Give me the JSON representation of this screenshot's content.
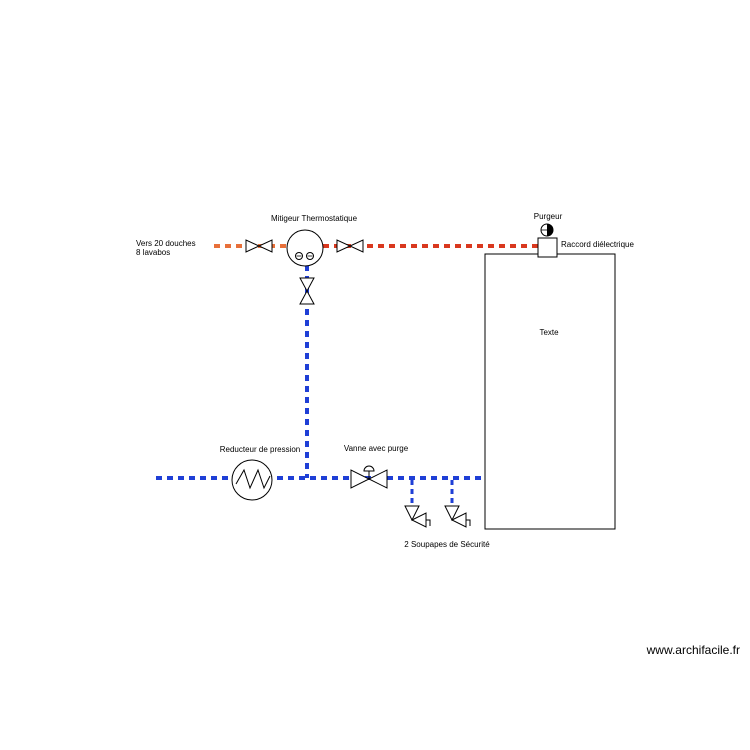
{
  "labels": {
    "outlet": [
      "Vers 20 douches",
      "8 lavabos"
    ],
    "mixer": "Mitigeur Thermostatique",
    "air_vent": "Purgeur",
    "dielectric": "Raccord diélectrique",
    "tank": "Texte",
    "reducer": "Reducteur de pression",
    "valve_drain": "Vanne avec purge",
    "safety_valves": "2 Soupapes de Sécurité"
  },
  "watermark": "www.archifacile.fr",
  "colors": {
    "hot_pipe": "#d9381e",
    "warm_pipe": "#e8703a",
    "cold_pipe": "#1f3fd6",
    "outline": "#000000"
  }
}
